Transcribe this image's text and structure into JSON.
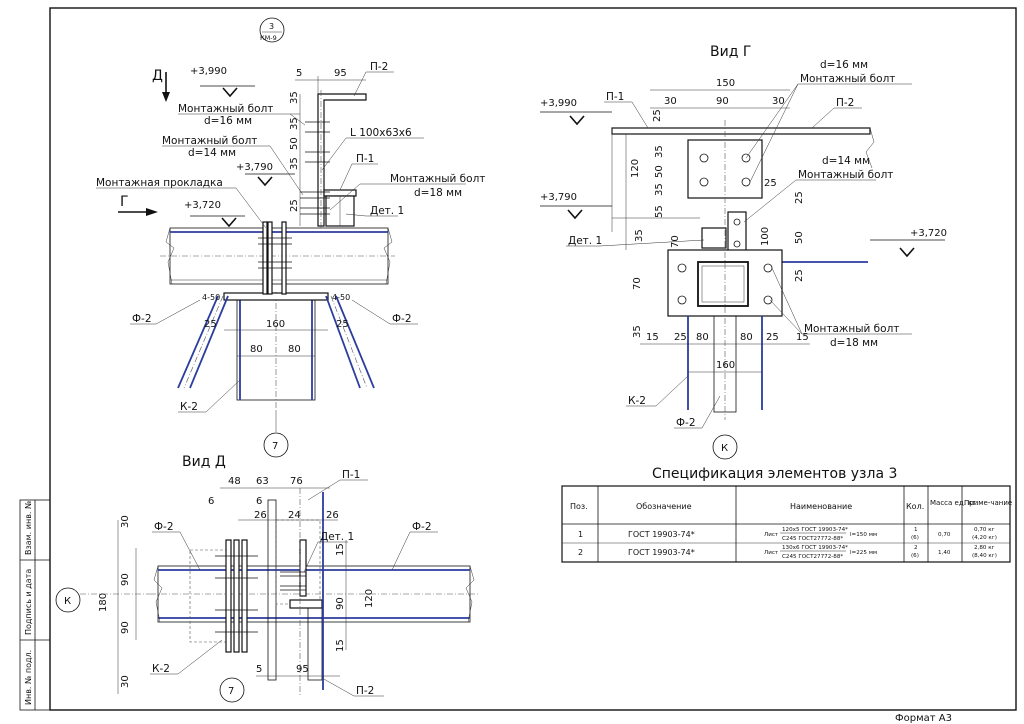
{
  "titles": {
    "view_g": "Вид Г",
    "view_d": "Вид Д",
    "spec": "Спецификация элементов узла 3",
    "format": "Формат А3"
  },
  "callout": {
    "num": "3",
    "sheet": "КМ-9"
  },
  "side_stamp": [
    "Взам. инв. №",
    "Подпись и дата",
    "Инв. № подл."
  ],
  "section": {
    "levels": [
      "+3,990",
      "+3,790",
      "+3,720"
    ],
    "arrows": [
      "Д",
      "Г"
    ],
    "notes": [
      "Монтажный болт",
      "d=16 мм",
      "Монтажный болт",
      "d=14 мм",
      "Монтажная прокладка",
      "Монтажный болт",
      "d=18 мм",
      "L 100х63х6",
      "П-1",
      "П-2",
      "Дет. 1",
      "Ф-2",
      "Ф-2",
      "К-2",
      "4-50",
      "4-50"
    ],
    "dims": [
      "5",
      "95",
      "35",
      "35",
      "50",
      "35",
      "25",
      "25",
      "160",
      "25",
      "80",
      "80"
    ],
    "markers": [
      "7"
    ]
  },
  "view_g": {
    "levels": [
      "+3,990",
      "+3,790",
      "+3,720"
    ],
    "notes": [
      "d=16 мм",
      "Монтажный болт",
      "П-1",
      "П-2",
      "d=14 мм",
      "Монтажный болт",
      "Дет. 1",
      "Монтажный болт",
      "d=18 мм",
      "К-2",
      "Ф-2"
    ],
    "dims": [
      "150",
      "25",
      "30",
      "90",
      "30",
      "120",
      "35",
      "35",
      "50",
      "25",
      "55",
      "35",
      "70",
      "25",
      "100",
      "50",
      "70",
      "25",
      "35",
      "15",
      "25",
      "80",
      "80",
      "25",
      "15",
      "160"
    ],
    "markers": [
      "К"
    ]
  },
  "view_d": {
    "notes": [
      "П-1",
      "Ф-2",
      "Ф-2",
      "Дет. 1",
      "К-2",
      "П-2"
    ],
    "dims": [
      "48",
      "63",
      "76",
      "6",
      "6",
      "26",
      "24",
      "26",
      "30",
      "90",
      "180",
      "90",
      "30",
      "15",
      "90",
      "120",
      "15",
      "5",
      "95"
    ],
    "markers": [
      "К",
      "7"
    ]
  },
  "spec_table": {
    "headers": [
      "Поз.",
      "Обозначение",
      "Наименование",
      "Кол.",
      "Масса ед. кг.",
      "Приме-чание"
    ],
    "rows": [
      {
        "pos": "1",
        "doc": "ГОСТ 19903-74*",
        "name_top": "120х5 ГОСТ 19903-74*",
        "name_bottom": "С245 ГОСТ27772-88*",
        "name_prefix": "Лист",
        "name_len": "l=150 мм",
        "qty": "1",
        "qty2": "(6)",
        "mass": "0,70",
        "note": "0,70 кг",
        "note2": "(4,20 кг)"
      },
      {
        "pos": "2",
        "doc": "ГОСТ 19903-74*",
        "name_top": "130х6 ГОСТ 19903-74*",
        "name_bottom": "С245 ГОСТ27772-88*",
        "name_prefix": "Лист",
        "name_len": "l=225 мм",
        "qty": "2",
        "qty2": "(6)",
        "mass": "1,40",
        "note": "2,80 кг",
        "note2": "(8,40 кг)"
      }
    ]
  }
}
